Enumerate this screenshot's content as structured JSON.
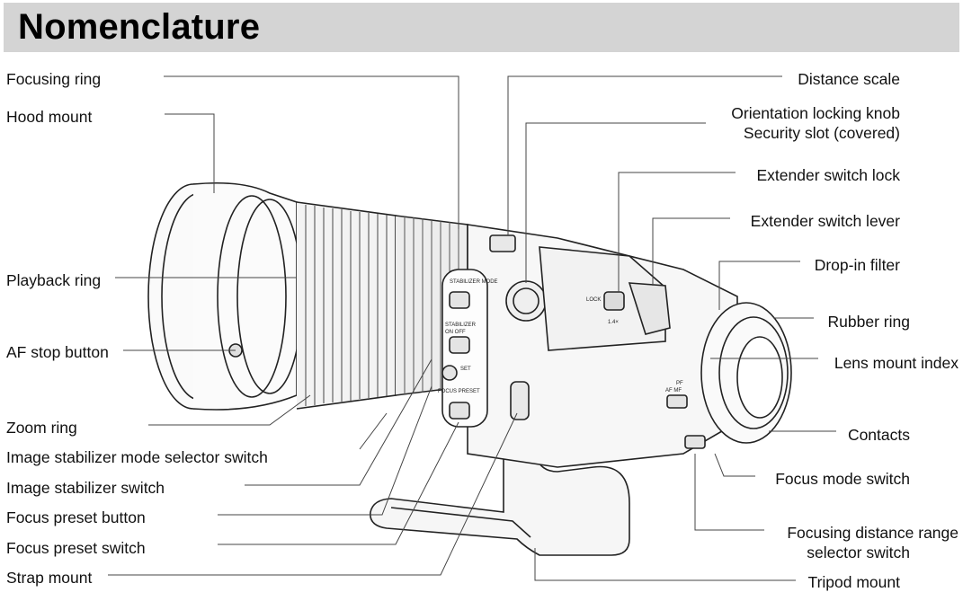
{
  "title": "Nomenclature",
  "labels": {
    "focusing_ring": "Focusing ring",
    "hood_mount": "Hood mount",
    "playback_ring": "Playback ring",
    "af_stop_button": "AF stop button",
    "zoom_ring": "Zoom ring",
    "is_mode_switch": "Image stabilizer mode selector switch",
    "is_switch": "Image stabilizer switch",
    "focus_preset_button": "Focus preset button",
    "focus_preset_switch": "Focus preset switch",
    "strap_mount": "Strap mount",
    "distance_scale": "Distance scale",
    "orientation_knob": "Orientation locking knob",
    "security_slot": "Security slot (covered)",
    "extender_switch_lock": "Extender switch lock",
    "extender_switch_lever": "Extender switch lever",
    "drop_in_filter": "Drop-in filter",
    "rubber_ring": "Rubber ring",
    "lens_mount_index": "Lens mount index",
    "contacts": "Contacts",
    "focus_mode_switch": "Focus mode switch",
    "fdr_switch_line1": "Focusing distance range",
    "fdr_switch_line2": "selector switch",
    "tripod_mount": "Tripod mount"
  },
  "lens_markings": {
    "stabilizer_mode": "STABILIZER MODE",
    "stabilizer": "STABILIZER",
    "on_off": "ON  OFF",
    "set": "SET",
    "focus_preset": "FOCUS PRESET",
    "lock": "LOCK",
    "extender": "1.4×",
    "af_mf": "AF  MF",
    "pf": "PF"
  }
}
